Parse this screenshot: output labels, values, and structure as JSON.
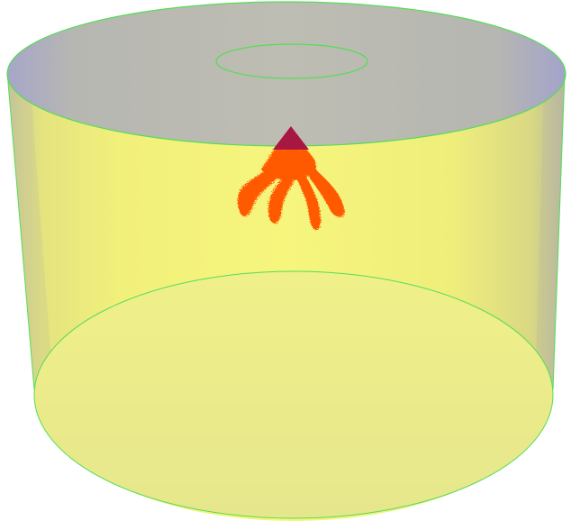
{
  "scene": {
    "description_name": "spray-in-cylinder-render",
    "colors": {
      "background": "#ffffff",
      "cylinder_wall": "#f3f37a",
      "cylinder_wall_edge": "#c9c9c9",
      "top_cap": "#b7b7ae",
      "top_cap_edge": "#a9a9c6",
      "edge_lines": "#55dd55",
      "bottom_floor": "#ecec8c",
      "nozzle": "#a81742",
      "spray_plume": "#ff5a00"
    },
    "spray_plume": {
      "nozzle_count": 1,
      "finger_count": 4
    }
  }
}
